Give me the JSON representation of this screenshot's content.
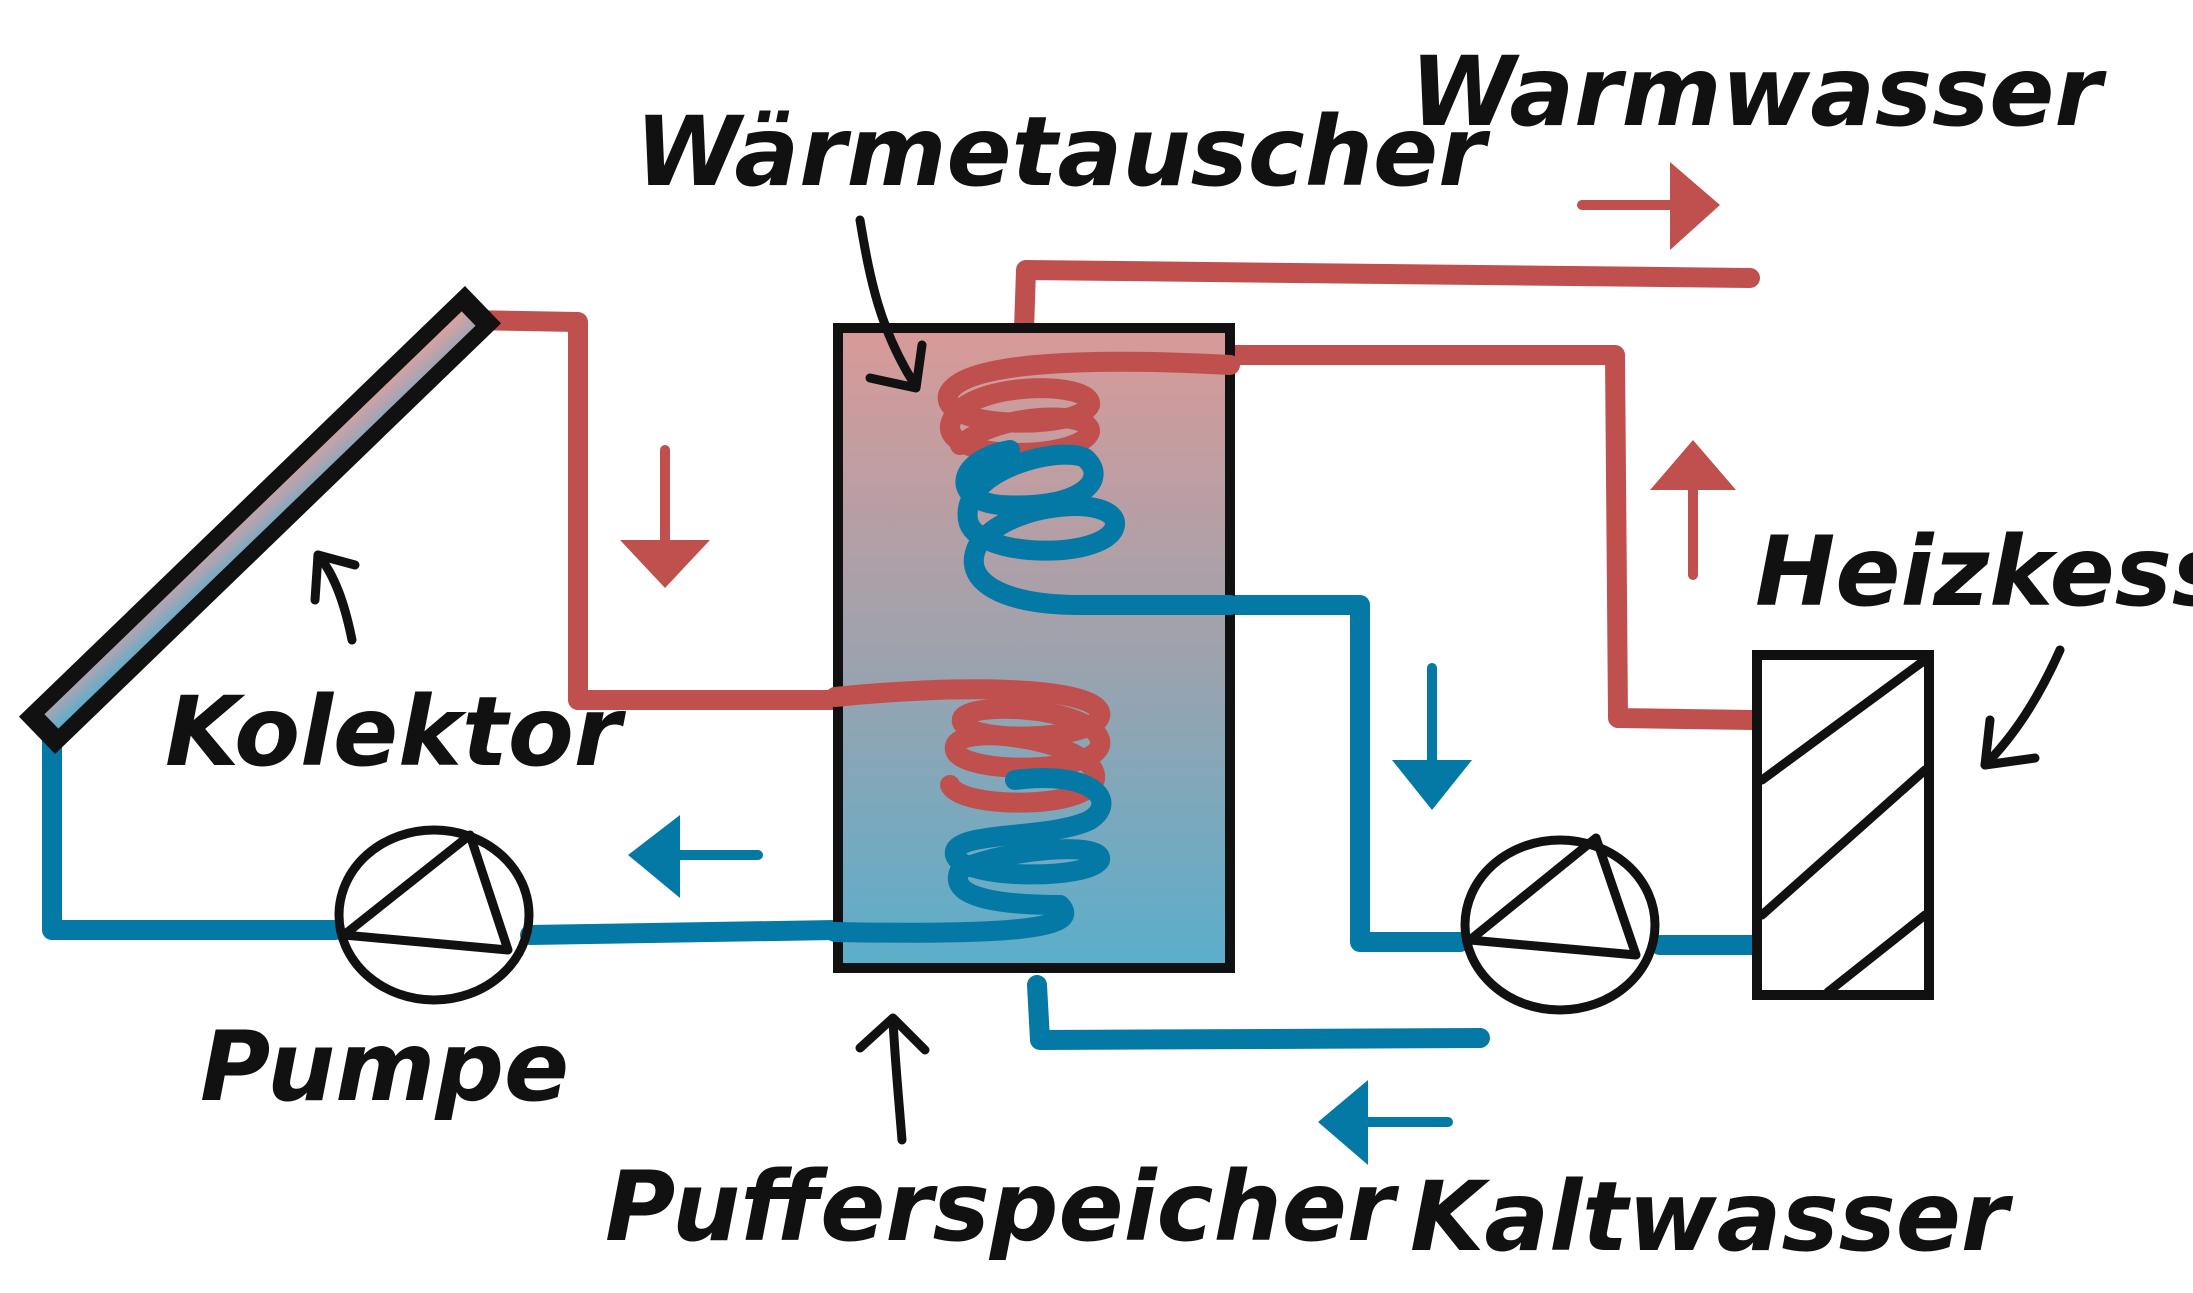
{
  "labels": {
    "heat_exchanger": "Wärmetauscher",
    "warm_water": "Warmwasser",
    "collector": "Kolektor",
    "boiler": "Heizkessel",
    "pump": "Pumpe",
    "buffer_tank": "Pufferspeicher",
    "cold_water": "Kaltwasser"
  },
  "colors": {
    "hot": "#c0504d",
    "cold": "#0579a6",
    "ink": "#111111",
    "tank_top": "#d99a98",
    "tank_bottom": "#5aaecb",
    "background": "#ffffff"
  }
}
